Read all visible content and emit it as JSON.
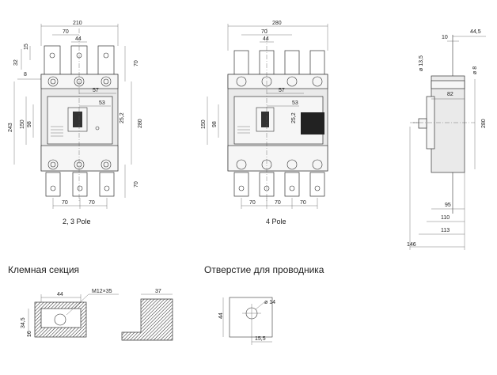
{
  "front3": {
    "dims": {
      "w210": "210",
      "w70": "70",
      "w44": "44",
      "h15": "15",
      "h32": "32",
      "h8": "8",
      "h70top": "70",
      "d57": "57",
      "d53": "53",
      "d25_2": "25,2",
      "h243": "243",
      "h150": "150",
      "h98": "98",
      "h280": "280",
      "h70bot": "70",
      "b70a": "70",
      "b70b": "70"
    },
    "caption": "2, 3 Pole"
  },
  "front4": {
    "dims": {
      "w280": "280",
      "w70": "70",
      "w44": "44",
      "d57": "57",
      "d53": "53",
      "d25_2": "25,2",
      "h150": "150",
      "h98": "98",
      "b70a": "70",
      "b70b": "70",
      "b70c": "70"
    },
    "caption": "4 Pole"
  },
  "side": {
    "dims": {
      "d10": "10",
      "d44_5": "44,5",
      "d13_5": "ø 13,5",
      "d8": "ø 8",
      "d82": "82",
      "h280": "280",
      "d95": "95",
      "d110": "110",
      "d113": "113",
      "d146": "146"
    }
  },
  "terminal": {
    "heading": "Клемная секция",
    "dims": {
      "w44": "44",
      "m12": "M12×35",
      "h34_5": "34,5",
      "h16": "16",
      "w37": "37"
    }
  },
  "hole": {
    "heading": "Отверстие для проводника",
    "dims": {
      "d14": "ø 14",
      "h44": "44",
      "w15_5": "15,5"
    }
  }
}
